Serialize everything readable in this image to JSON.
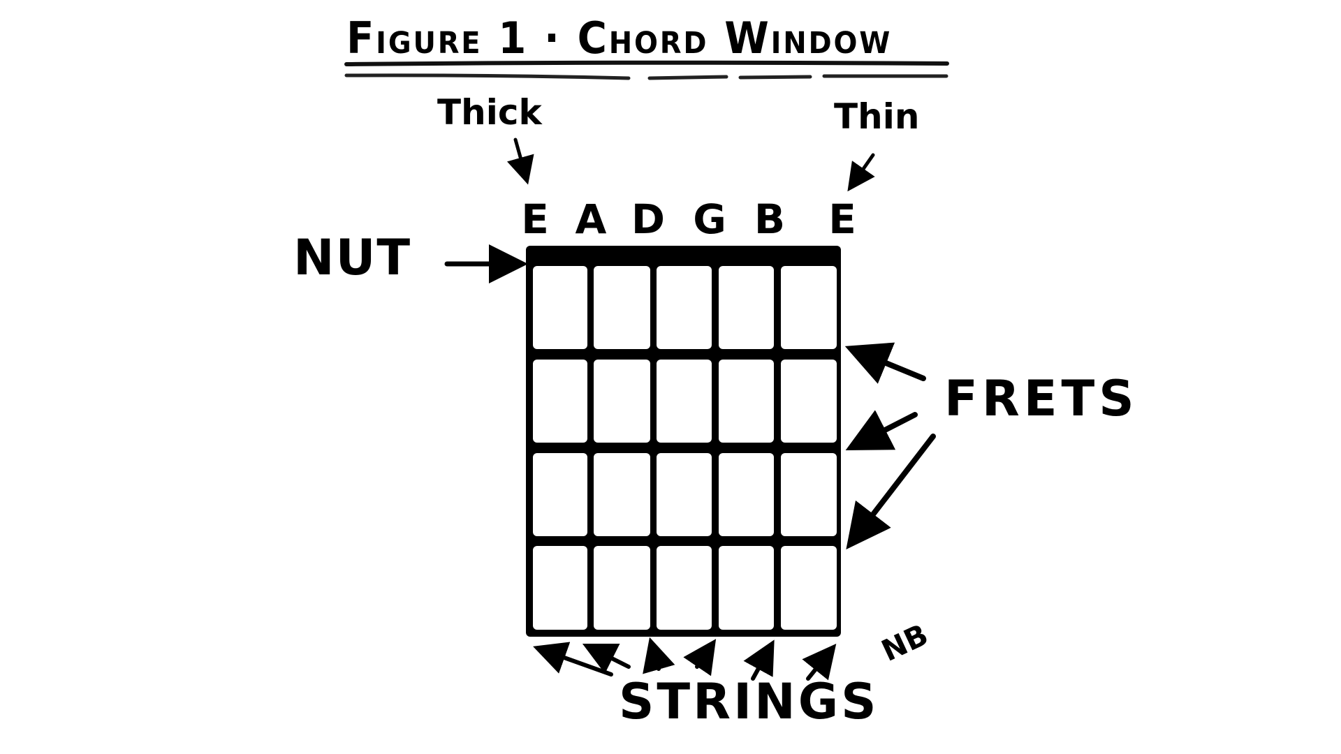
{
  "title": "Figure 1 · Chord Window",
  "labels": {
    "thick": "Thick",
    "thin": "Thin",
    "nut": "NUT",
    "frets": "FRETS",
    "strings": "STRINGS"
  },
  "string_names": [
    "E",
    "A",
    "D",
    "G",
    "B",
    "E"
  ],
  "grid": {
    "strings": 6,
    "frets": 4
  },
  "signature": "NB"
}
